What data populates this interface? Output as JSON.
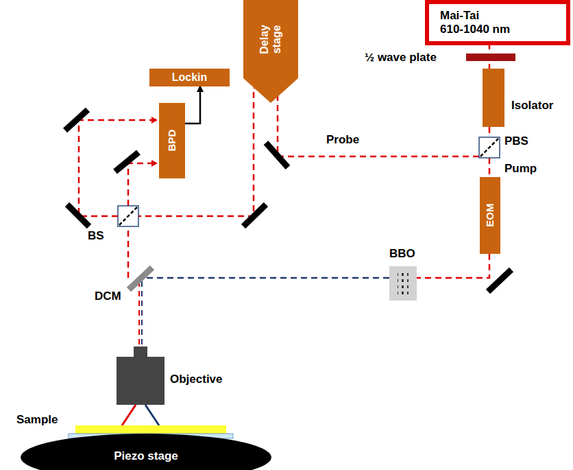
{
  "diagram": {
    "nodes": [
      {
        "text": [
          "Mai-Tai",
          "610-1040 nm"
        ]
      },
      {
        "text": [
          "Delay stage"
        ]
      },
      {
        "text": [
          "Lockin"
        ]
      },
      {
        "text": [
          "BPD"
        ]
      },
      {
        "text": [
          "EOM"
        ]
      },
      {
        "text": [
          "Piezo stage"
        ]
      }
    ],
    "edges": [
      {
        "from": 3,
        "to": 2,
        "arrow": "to"
      }
    ],
    "labels": [
      "½ wave plate",
      "Isolator",
      "Probe",
      "PBS",
      "Pump",
      "BS",
      "BBO",
      "DCM",
      "Objective",
      "Sample"
    ]
  }
}
